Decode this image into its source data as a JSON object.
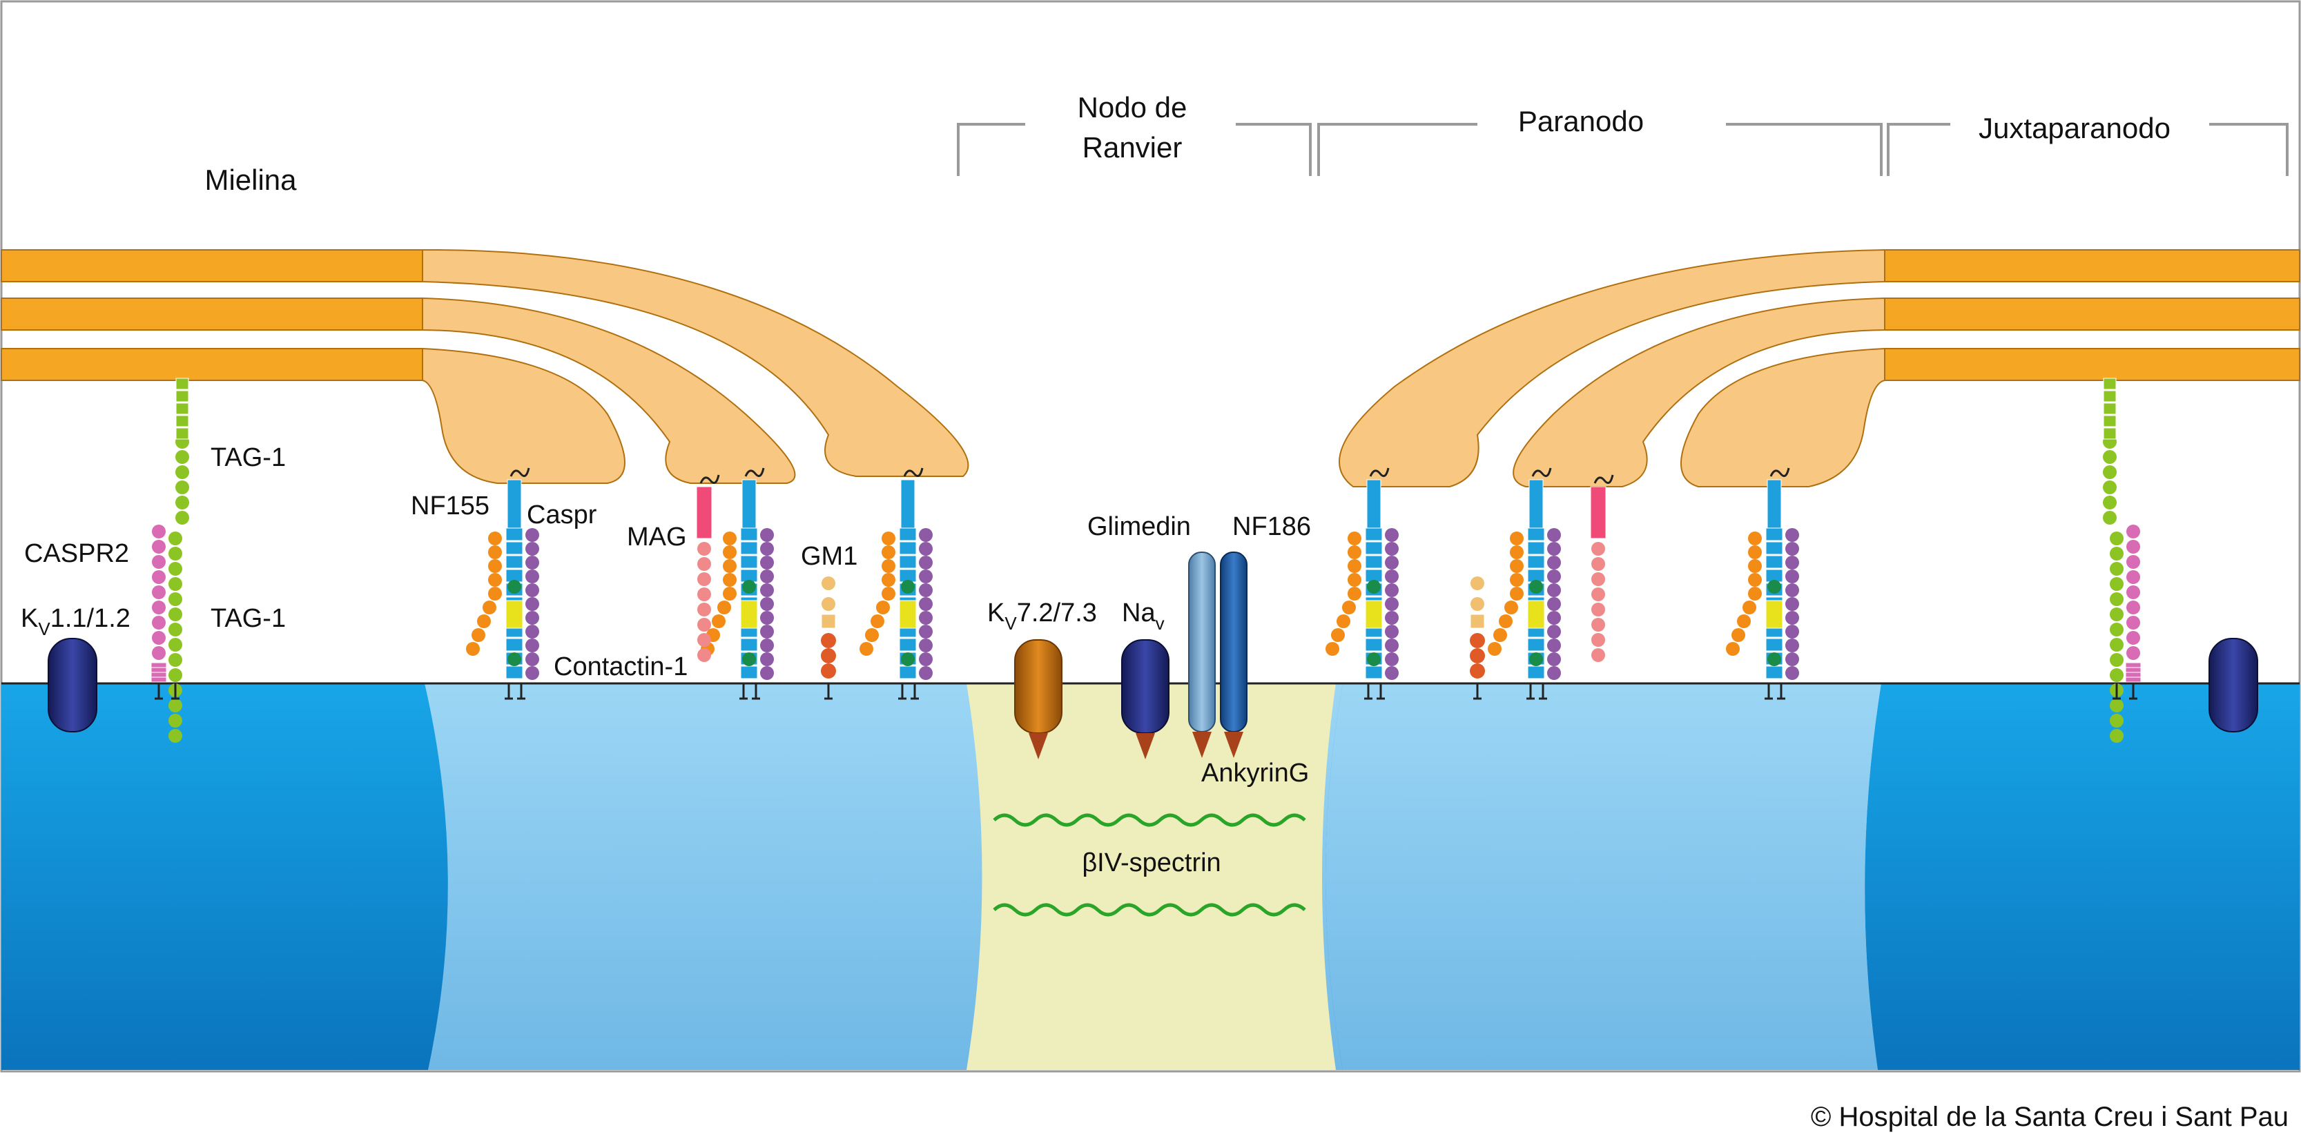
{
  "regions": {
    "myelin": "Mielina",
    "node_line1": "Nodo de",
    "node_line2": "Ranvier",
    "paranode": "Paranodo",
    "juxtaparanode": "Juxtaparanodo"
  },
  "labels": {
    "tag1_top": "TAG-1",
    "tag1_bottom": "TAG-1",
    "caspr2": "CASPR2",
    "kv11_base": "K",
    "kv11_sub": "V",
    "kv11_rest": "1.1/1.2",
    "nf155": "NF155",
    "caspr": "Caspr",
    "contactin": "Contactin-1",
    "mag": "MAG",
    "gm1": "GM1",
    "kv72_base": "K",
    "kv72_sub": "V",
    "kv72_rest": "7.2/7.3",
    "nav_base": "Na",
    "nav_sub": "v",
    "glimedin": "Glimedin",
    "nf186": "NF186",
    "ankyrin": "AnkyrinG",
    "spectrin": "βIV-spectrin"
  },
  "copyright": "© Hospital de la Santa Creu i Sant Pau",
  "colors": {
    "myelin": "#f5a623",
    "myelin_light": "#f8c882",
    "axon_dark": "#0b7dc4",
    "axon_light": "#72bdeb",
    "node_gap": "#eeeebc",
    "kv_channel": "#1d2468",
    "kv72_channel": "#b0640c",
    "spectrin": "#2aa52a",
    "caspr2_dot": "#d96ab4",
    "tag1_dot": "#8cc423",
    "caspr_chain": "#1ea0dc",
    "contactin_dot": "#f28c16",
    "mag_dot": "#f08a8a",
    "gm1_dot": "#e05a28"
  }
}
